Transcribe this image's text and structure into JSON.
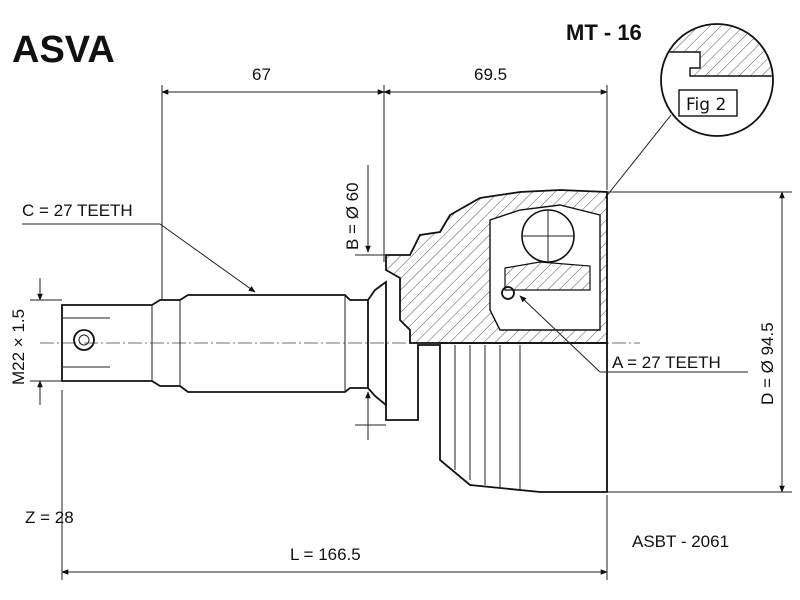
{
  "brand": "ASVA",
  "part_number": "MT - 16",
  "figure_label": "Fig 2",
  "dimensions": {
    "left_length": "67",
    "right_length": "69.5",
    "b_diameter": "B = Ø 60",
    "d_diameter": "D = Ø 94.5",
    "thread": "M22 × 1.5",
    "total_length": "L = 166.5"
  },
  "teeth": {
    "c": "C = 27 TEETH",
    "a": "A = 27 TEETH"
  },
  "z_value": "Z = 28",
  "reference": "ASBT - 2061"
}
